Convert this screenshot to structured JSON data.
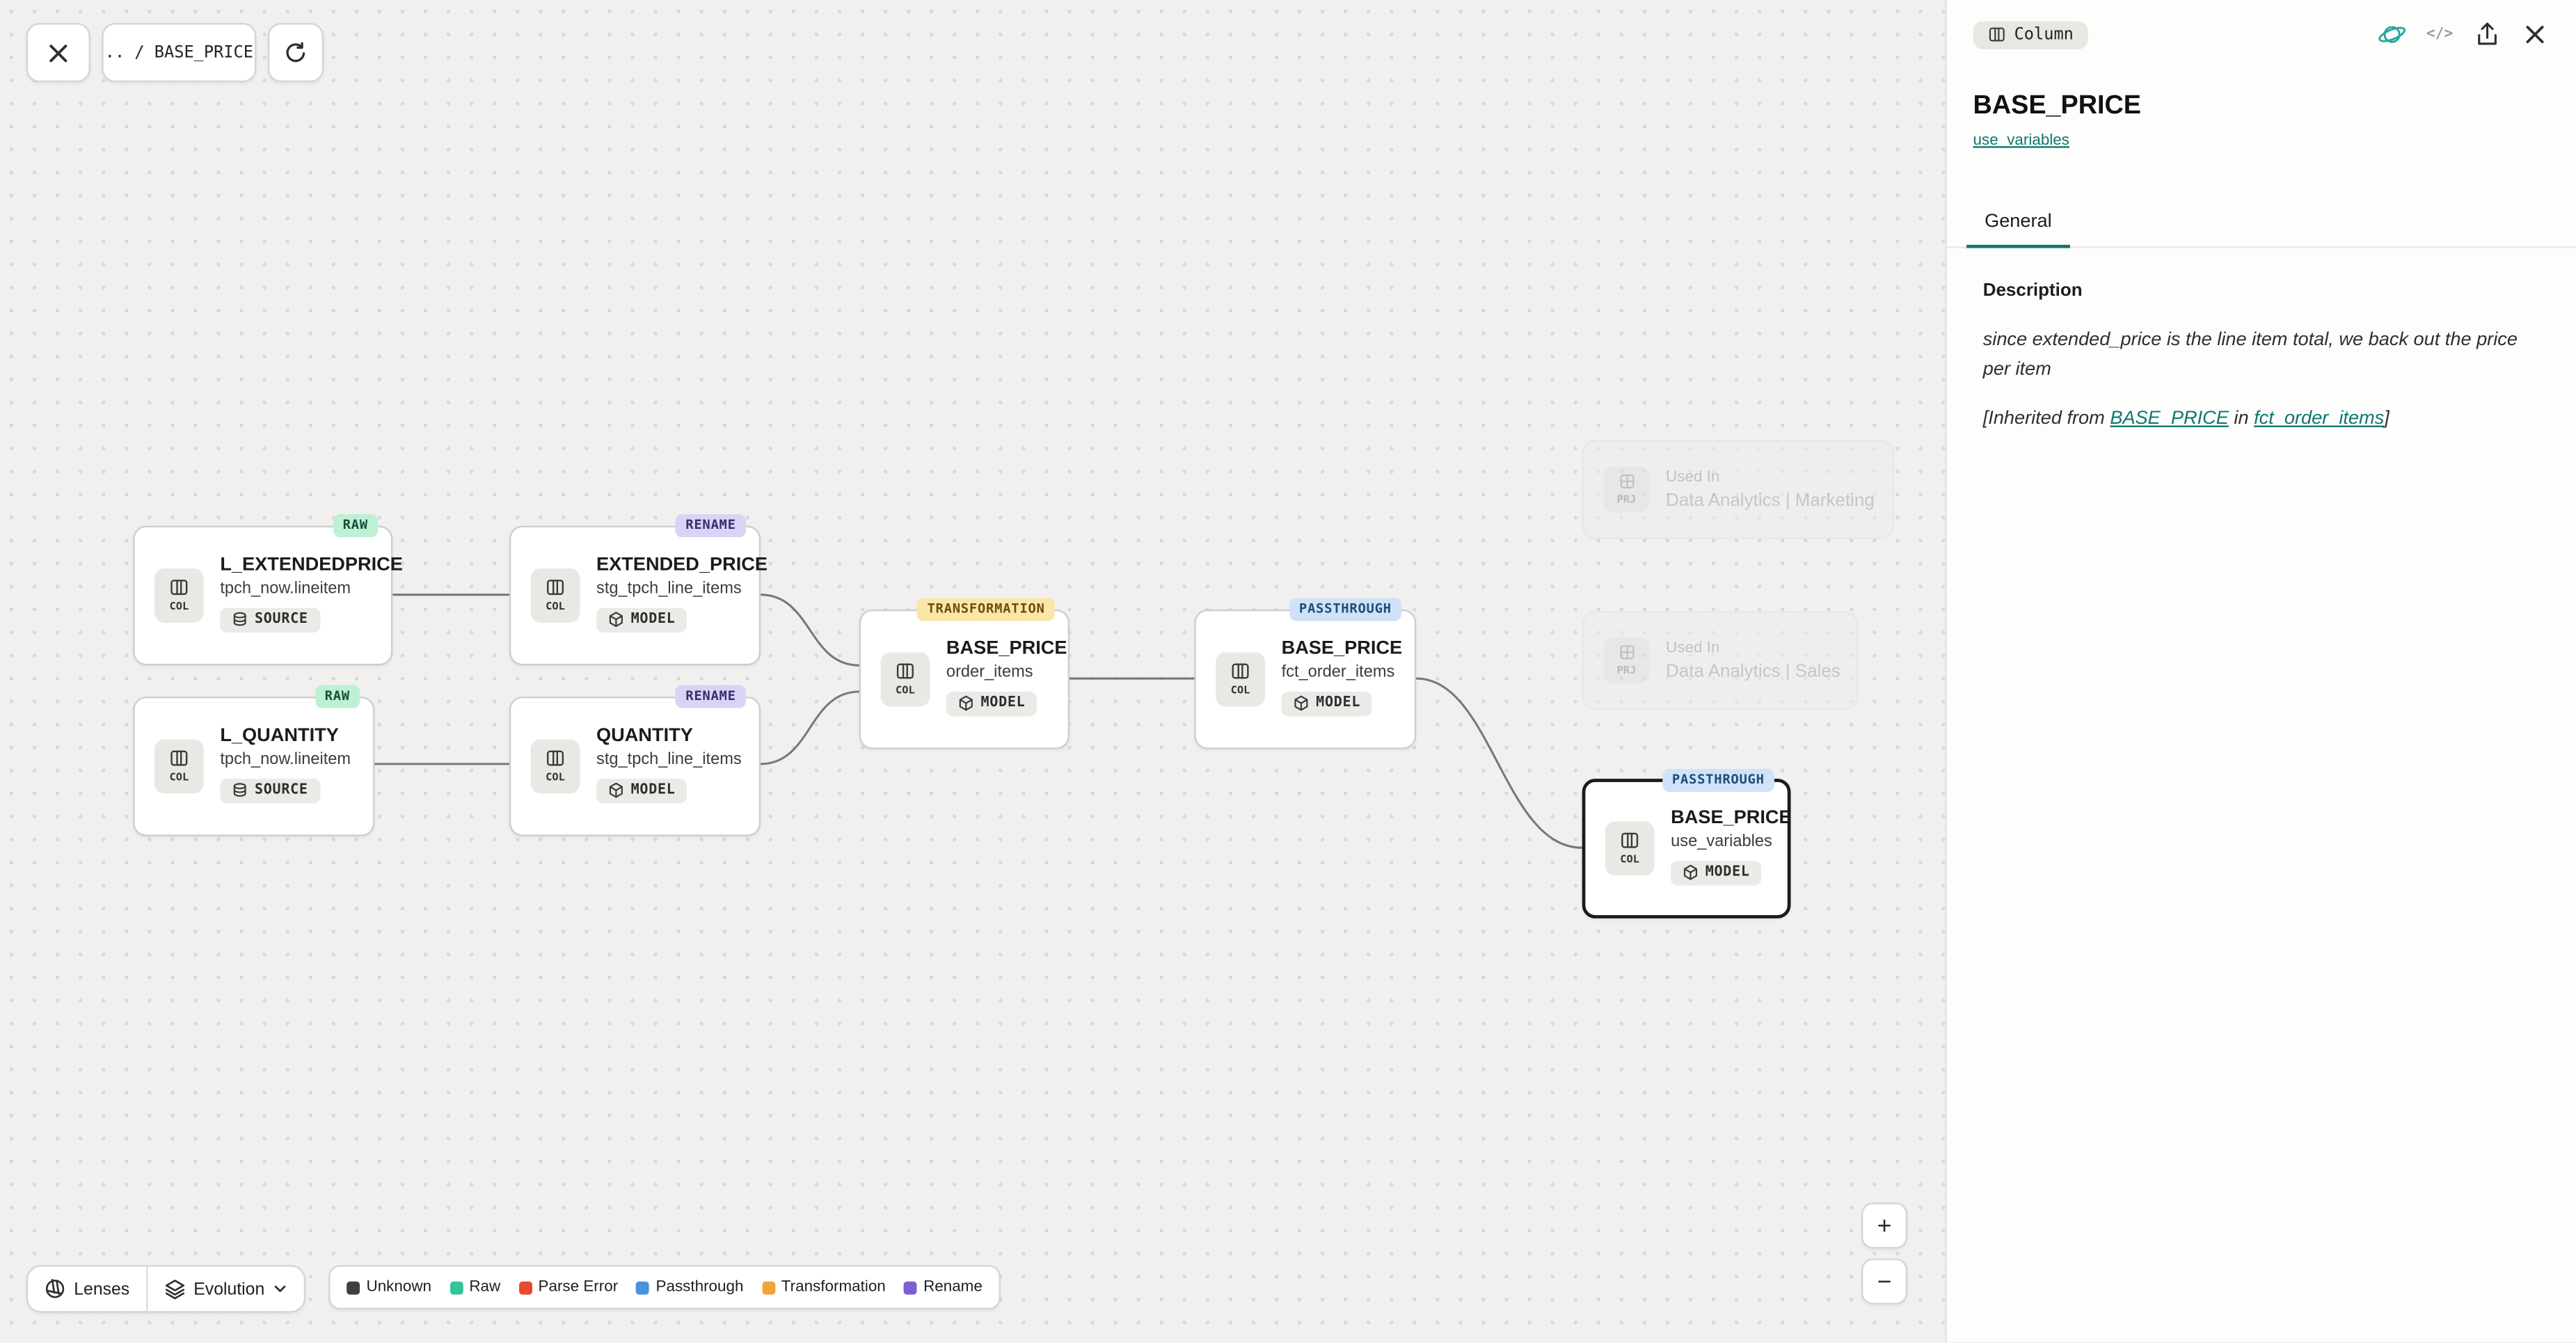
{
  "toolbar": {
    "breadcrumb": ".. / BASE_PRICE"
  },
  "graph": {
    "nodes": [
      {
        "tag": "RAW",
        "title": "L_EXTENDEDPRICE",
        "subtitle": "tpch_now.lineitem",
        "badge": "SOURCE",
        "icon_label": "COL"
      },
      {
        "tag": "RENAME",
        "title": "EXTENDED_PRICE",
        "subtitle": "stg_tpch_line_items",
        "badge": "MODEL",
        "icon_label": "COL"
      },
      {
        "tag": "RAW",
        "title": "L_QUANTITY",
        "subtitle": "tpch_now.lineitem",
        "badge": "SOURCE",
        "icon_label": "COL"
      },
      {
        "tag": "RENAME",
        "title": "QUANTITY",
        "subtitle": "stg_tpch_line_items",
        "badge": "MODEL",
        "icon_label": "COL"
      },
      {
        "tag": "TRANSFORMATION",
        "title": "BASE_PRICE",
        "subtitle": "order_items",
        "badge": "MODEL",
        "icon_label": "COL"
      },
      {
        "tag": "PASSTHROUGH",
        "title": "BASE_PRICE",
        "subtitle": "fct_order_items",
        "badge": "MODEL",
        "icon_label": "COL"
      },
      {
        "tag": "PASSTHROUGH",
        "title": "BASE_PRICE",
        "subtitle": "use_variables",
        "badge": "MODEL",
        "icon_label": "COL"
      }
    ],
    "used_in": [
      {
        "label": "Used In",
        "value": "Data Analytics | Marketing",
        "icon_label": "PRJ"
      },
      {
        "label": "Used In",
        "value": "Data Analytics | Sales",
        "icon_label": "PRJ"
      }
    ]
  },
  "footer": {
    "lenses_label": "Lenses",
    "evolution_label": "Evolution",
    "legend": [
      {
        "label": "Unknown",
        "color": "#404040"
      },
      {
        "label": "Raw",
        "color": "#35c39c"
      },
      {
        "label": "Parse Error",
        "color": "#e8492f"
      },
      {
        "label": "Passthrough",
        "color": "#4593d8"
      },
      {
        "label": "Transformation",
        "color": "#f2a23c"
      },
      {
        "label": "Rename",
        "color": "#7a5fd0"
      }
    ],
    "zoom_in": "+",
    "zoom_out": "−"
  },
  "panel": {
    "chip": "Column",
    "title": "BASE_PRICE",
    "model_link": "use_variables",
    "tab": "General",
    "description_heading": "Description",
    "description": "since extended_price is the line item total, we back out the price per item",
    "inherited": {
      "prefix": "[Inherited from ",
      "link_column": "BASE_PRICE",
      "middle": " in ",
      "link_model": "fct_order_items",
      "suffix": "]"
    }
  }
}
